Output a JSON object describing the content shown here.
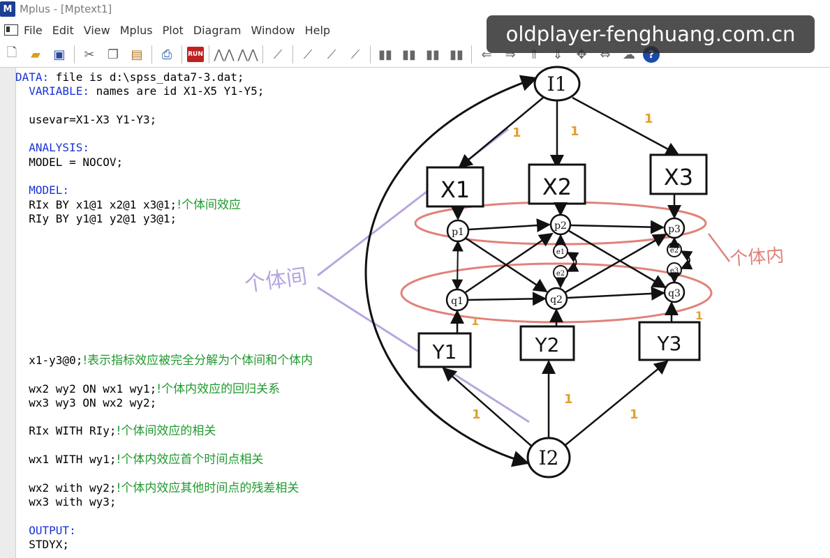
{
  "window": {
    "title": "Mplus - [Mptext1]",
    "logo": "M"
  },
  "menu": [
    "File",
    "Edit",
    "View",
    "Mplus",
    "Plot",
    "Diagram",
    "Window",
    "Help"
  ],
  "toolbar": {
    "icons": [
      "new-file-icon",
      "open-folder-icon",
      "save-icon",
      "cut-icon",
      "copy-icon",
      "paste-icon",
      "print-icon",
      "run-icon",
      "plot-icon",
      "plot2-icon",
      "chart-icon",
      "chart2-icon",
      "chart3-icon",
      "chart4-icon",
      "bar-chart-icon",
      "bar2-icon",
      "bar3-icon",
      "bar4-icon",
      "arrow-left-icon",
      "arrow-right-icon",
      "arrow-up-icon",
      "arrow-down-icon",
      "move-icon",
      "link-icon",
      "cloud-icon",
      "help-icon"
    ],
    "run_label": "RUN"
  },
  "watermark": "oldplayer-fenghuang.com.cn",
  "code": [
    {
      "kw": "DATA:",
      "text": " file is d:\\spss_data7-3.dat;",
      "indent": 0
    },
    {
      "kw": "VARIABLE:",
      "text": " names are id X1-X5 Y1-Y5;",
      "indent": 1
    },
    {
      "kw": "",
      "text": "",
      "indent": 1
    },
    {
      "kw": "",
      "text": "usevar=X1-X3 Y1-Y3;",
      "indent": 1
    },
    {
      "kw": "",
      "text": "",
      "indent": 1
    },
    {
      "kw": "ANALYSIS:",
      "text": "",
      "indent": 1
    },
    {
      "kw": "",
      "text": "MODEL = NOCOV;",
      "indent": 1
    },
    {
      "kw": "",
      "text": "",
      "indent": 1
    },
    {
      "kw": "MODEL:",
      "text": "",
      "indent": 1
    },
    {
      "kw": "",
      "text": "RIx BY x1@1 x2@1 x3@1;",
      "comment": "!个体间效应",
      "indent": 1
    },
    {
      "kw": "",
      "text": "RIy BY y1@1 y2@1 y3@1;",
      "indent": 1
    },
    {
      "kw": "",
      "text": "",
      "indent": 1
    },
    {
      "kw": "",
      "text": "",
      "indent": 1
    },
    {
      "kw": "",
      "text": "",
      "indent": 1
    },
    {
      "kw": "",
      "text": "",
      "indent": 1
    },
    {
      "kw": "",
      "text": "",
      "indent": 1
    },
    {
      "kw": "",
      "text": "",
      "indent": 1
    },
    {
      "kw": "",
      "text": "",
      "indent": 1
    },
    {
      "kw": "",
      "text": "",
      "indent": 1
    },
    {
      "kw": "",
      "text": "",
      "indent": 1
    },
    {
      "kw": "",
      "text": "x1-y3@0;",
      "comment": "!表示指标效应被完全分解为个体间和个体内",
      "indent": 1
    },
    {
      "kw": "",
      "text": "",
      "indent": 1
    },
    {
      "kw": "",
      "text": "wx2 wy2 ON wx1 wy1;",
      "comment": "!个体内效应的回归关系",
      "indent": 1
    },
    {
      "kw": "",
      "text": "wx3 wy3 ON wx2 wy2;",
      "indent": 1
    },
    {
      "kw": "",
      "text": "",
      "indent": 1
    },
    {
      "kw": "",
      "text": "RIx WITH RIy;",
      "comment": "!个体间效应的相关",
      "indent": 1
    },
    {
      "kw": "",
      "text": "",
      "indent": 1
    },
    {
      "kw": "",
      "text": "wx1 WITH wy1;",
      "comment": "!个体内效应首个时间点相关",
      "indent": 1
    },
    {
      "kw": "",
      "text": "",
      "indent": 1
    },
    {
      "kw": "",
      "text": "wx2 with wy2;",
      "comment": "!个体内效应其他时间点的残差相关",
      "indent": 1
    },
    {
      "kw": "",
      "text": "wx3 with wy3;",
      "indent": 1
    },
    {
      "kw": "",
      "text": "",
      "indent": 1
    },
    {
      "kw": "OUTPUT:",
      "text": "",
      "indent": 1
    },
    {
      "kw": "",
      "text": "STDYX;",
      "indent": 1
    }
  ],
  "diagram": {
    "top_latent": "I1",
    "bottom_latent": "I2",
    "x_boxes": [
      "X1",
      "X2",
      "X3"
    ],
    "y_boxes": [
      "Y1",
      "Y2",
      "Y3"
    ],
    "x_within": [
      "p1",
      "p2",
      "p3"
    ],
    "y_within": [
      "q1",
      "q2",
      "q3"
    ],
    "residual_x": [
      "e1",
      "e2"
    ],
    "residual_y": [
      "e2",
      "e3"
    ],
    "loading_marks": [
      "1",
      "1",
      "1",
      "1",
      "1",
      "1",
      "1",
      "1"
    ],
    "label_left": "个体间",
    "label_right": "个体内",
    "colors": {
      "ink": "#111111",
      "ring": "#e0827a",
      "lavender": "#b7a6e0",
      "orange": "#e0a030"
    }
  }
}
